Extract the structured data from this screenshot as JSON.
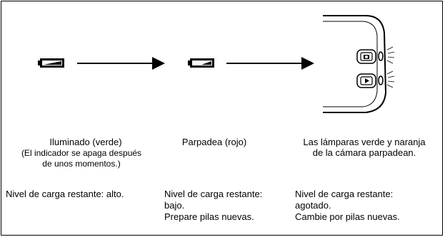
{
  "steps": [
    {
      "icon": "battery-full-icon",
      "caption": "Iluminado (verde)",
      "note_line1": "(El indicador se apaga después",
      "note_line2": "de unos momentos.)",
      "status_line1": "Nivel de carga restante: alto."
    },
    {
      "icon": "battery-low-icon",
      "caption": "Parpadea (rojo)",
      "status_line1": "Nivel de carga restante:",
      "status_line2": "bajo.",
      "status_line3": "Prepare pilas nuevas."
    },
    {
      "icon": "camera-lamps-icon",
      "caption_line1": "Las lámparas verde y naranja",
      "caption_line2": "de la cámara parpadean.",
      "status_line1": "Nivel de carga restante:",
      "status_line2": "agotado.",
      "status_line3": "Cambie por pilas nuevas."
    }
  ]
}
